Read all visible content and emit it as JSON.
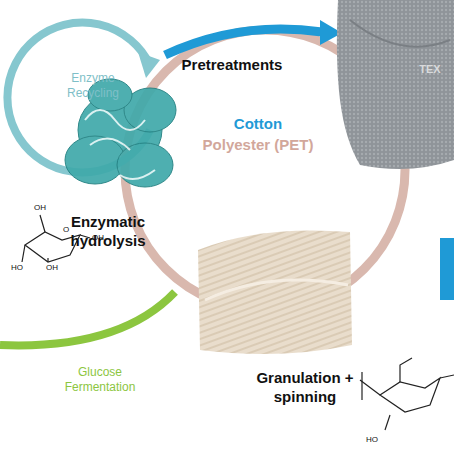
{
  "diagram": {
    "labels": [
      "Enzyme Recycling",
      "Pretreatments",
      "Cotton",
      "Polyester (PET)",
      "Enzymatic hydrolysis",
      "Glucose Fermentation",
      "Granulation + spinning",
      "TEX",
      "OH",
      "O",
      "OH",
      "HO",
      "OH",
      "HO"
    ]
  }
}
